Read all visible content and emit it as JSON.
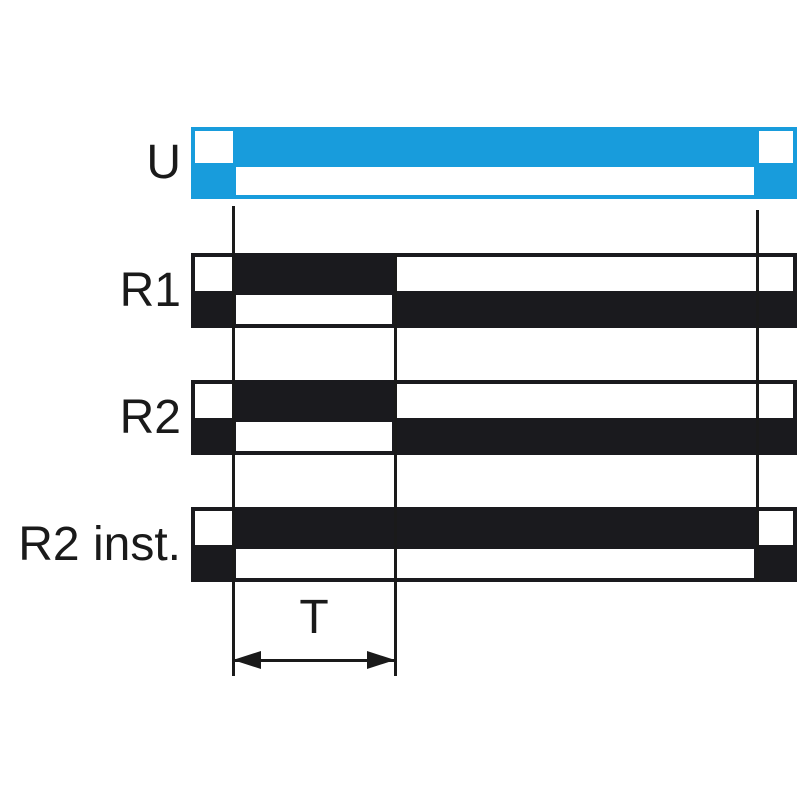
{
  "diagram": {
    "signals": [
      {
        "label": "U",
        "color_name": "blue",
        "active_from": "t_on",
        "active_to": "t_off"
      },
      {
        "label": "R1",
        "color_name": "black",
        "active_from": "t_on",
        "active_to": "t_delay_end"
      },
      {
        "label": "R2",
        "color_name": "black",
        "active_from": "t_on",
        "active_to": "t_delay_end"
      },
      {
        "label": "R2 inst.",
        "color_name": "black",
        "active_from": "t_on",
        "active_to": "t_off"
      }
    ],
    "dimension": {
      "label": "T",
      "from": "t_on",
      "to": "t_delay_end"
    },
    "colors": {
      "blue": "#189CDC",
      "black": "#1A1A1E",
      "line": "#1A1A1A",
      "background": "#FFFFFF"
    }
  }
}
